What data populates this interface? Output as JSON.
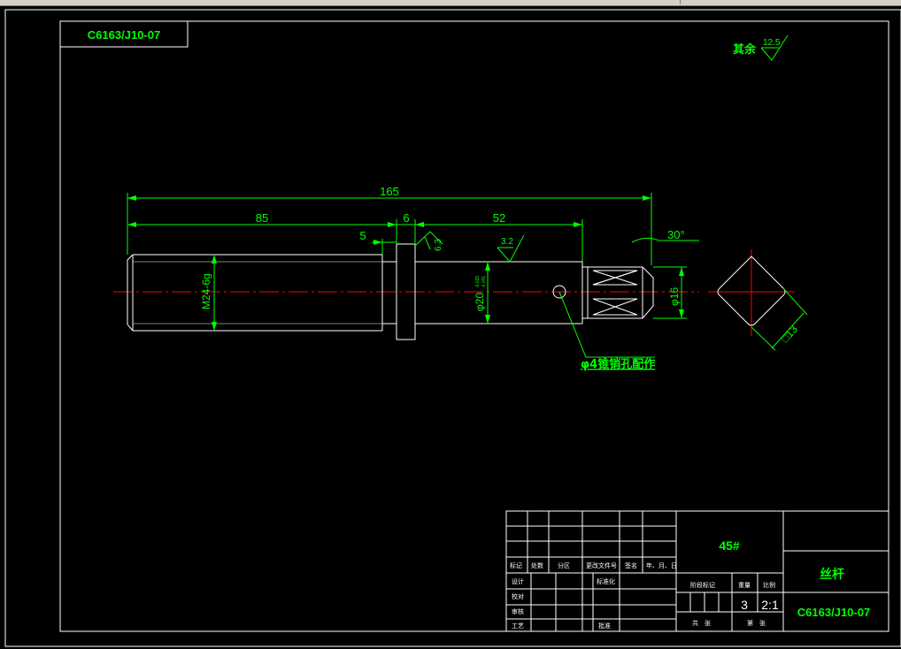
{
  "drawing": {
    "code_box": "C6163/J10-07",
    "general_roughness_label": "其余",
    "general_roughness_value": "12.5"
  },
  "dimensions": {
    "overall_length": "165",
    "thread_length": "85",
    "collar_width": "6",
    "right_length": "52",
    "groove": "5",
    "collar_roughness": "6.3",
    "shaft_roughness": "3.2",
    "chamfer_angle": "30°",
    "thread_spec": "M24-6g",
    "shaft_diameter": "φ20",
    "tolerance_upper": "-0.020",
    "tolerance_lower": "-0.041",
    "end_diameter": "φ16",
    "square_size": "□13",
    "pin_note": "φ4锥销孔配作"
  },
  "title_block": {
    "material": "45#",
    "part_name": "丝杆",
    "drawing_number": "C6163/J10-07",
    "quantity": "3",
    "scale": "2:1",
    "rev_headers": [
      "标记",
      "处数",
      "分区",
      "更改文件号",
      "签名",
      "年、月、日"
    ],
    "sign_rows": [
      "设计",
      "校对",
      "审核",
      "工艺"
    ],
    "standardize": "标准化",
    "approve": "批准",
    "stage_mark": "阶段标记",
    "weight": "重量",
    "scale_label": "比例",
    "sheet_total": "共　张",
    "sheet_no": "第　张"
  },
  "colors": {
    "line": "#ffffff",
    "dim": "#00ff00",
    "center": "#ff0000",
    "leader": "#00ff00",
    "text": "#00ff00"
  }
}
